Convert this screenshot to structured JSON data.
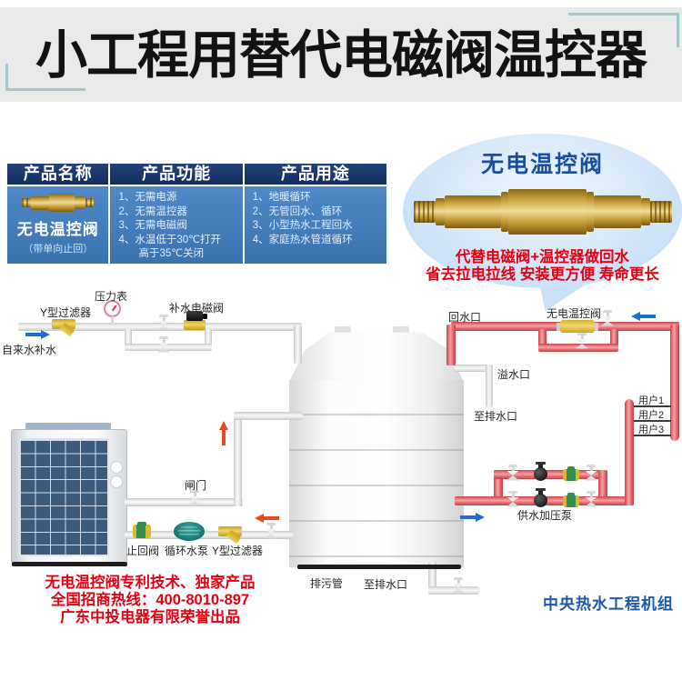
{
  "title": "小工程用替代电磁阀温控器",
  "product_table": {
    "header": [
      "产品名称",
      "产品功能",
      "产品用途"
    ],
    "name": "无电温控阀",
    "name_note": "（带单向止回）",
    "functions": [
      "1、无需电源",
      "2、无需温控器",
      "3、无需电磁阀",
      "4、水温低于30℃打开",
      "高于35℃关闭"
    ],
    "uses": [
      "1、地暖循环",
      "2、无管回水、循环",
      "3、小型热水工程回水",
      "4、家庭热水管道循环"
    ]
  },
  "product_bubble": {
    "title": "无电温控阀",
    "benefit_line1": "代替电磁阀+温控器做回水",
    "benefit_line2": "省去拉电拉线 安装更方便 寿命更长"
  },
  "diagram_labels": {
    "pressure_gauge": "压力表",
    "y_filter_top": "Y型过滤器",
    "makeup_solenoid_valve": "补水电磁阀",
    "tap_water_makeup": "自来水补水",
    "return_water_port": "回水口",
    "thermostat_valve": "无电温控阀",
    "overflow_port": "溢水口",
    "to_drain_right": "至排水口",
    "user_1": "用户1",
    "user_2": "用户2",
    "user_3": "用户3",
    "supply_booster_pump": "供水加压泵",
    "gate_valve": "闸门",
    "check_valve": "止回阀",
    "circulation_pump": "循环水泵",
    "y_filter_bottom": "Y型过滤器",
    "sewage_pipe": "排污管",
    "to_drain_bottom": "至排水口",
    "unit_caption": "中央热水工程机组"
  },
  "footer": {
    "line1": "无电温控阀专利技术、独家产品",
    "line2": "全国招商热线：400-8010-897",
    "line3": "广东中投电器有限荣誉出品"
  },
  "colors": {
    "brand_red": "#e60012",
    "table_header_blue": "#1a3a70",
    "table_body_blue": "#4682c2",
    "bubble_blue": "#c6def6",
    "pipe_red": "#e9696c",
    "pipe_gray": "#e3e3e3",
    "accent_yellow": "#e9c53d",
    "caption_blue": "#1a57b0",
    "bracket_teal": "#a5c6ca"
  }
}
